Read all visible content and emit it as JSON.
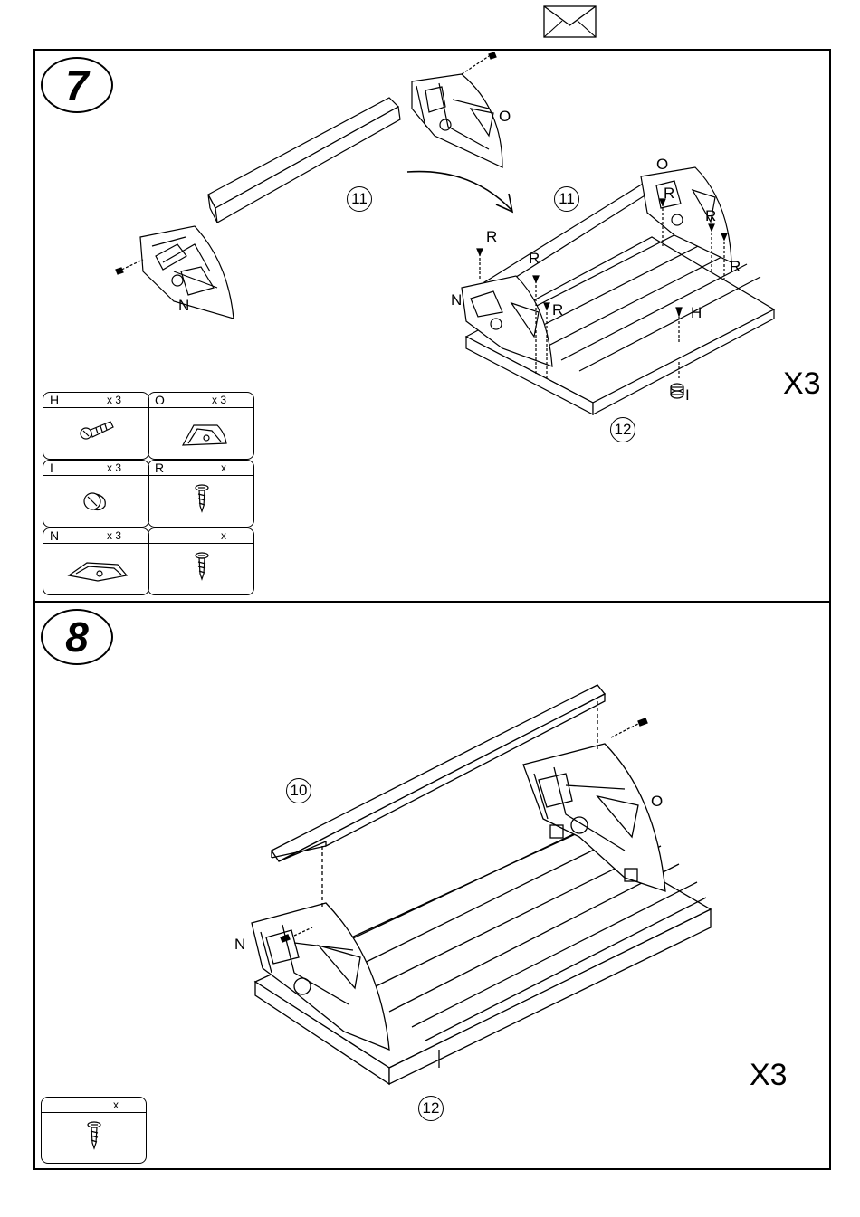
{
  "page": {
    "envelope_icon": "envelope-icon"
  },
  "step7": {
    "number": "7",
    "multiplier": "X3",
    "labels": {
      "o_top": "O",
      "n_left": "N",
      "o_right": "O",
      "r1": "R",
      "r2": "R",
      "r3": "R",
      "r4": "R",
      "r5": "R",
      "r6": "R",
      "n_right": "N",
      "h": "H",
      "i": "I"
    },
    "parts": {
      "board_loose": "11",
      "board_assembled": "11",
      "base": "12"
    },
    "hardware": [
      {
        "code": "H",
        "qty": "x 3",
        "icon": "bolt-icon"
      },
      {
        "code": "O",
        "qty": "x 3",
        "icon": "bracket-o-icon"
      },
      {
        "code": "I",
        "qty": "x 3",
        "icon": "knob-icon"
      },
      {
        "code": "R",
        "qty": "x",
        "icon": "screw-icon"
      },
      {
        "code": "N",
        "qty": "x 3",
        "icon": "bracket-n-icon"
      },
      {
        "code": "",
        "qty": "x",
        "icon": "screw-icon"
      }
    ]
  },
  "step8": {
    "number": "8",
    "multiplier": "X3",
    "labels": {
      "o": "O",
      "n": "N"
    },
    "parts": {
      "top_board": "10",
      "base": "12"
    },
    "hardware": [
      {
        "code": "",
        "qty": "x",
        "icon": "screw-icon"
      }
    ]
  }
}
